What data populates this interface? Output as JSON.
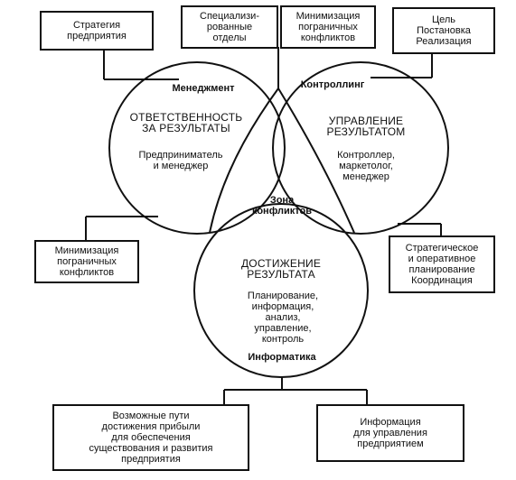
{
  "boxes": {
    "strategy": "Стратегия\nпредприятия",
    "special_depts": "Специализи-\nрованные\nотделы",
    "min_conflicts_top": "Минимизация\nпограничных\nконфликтов",
    "goal": "Цель\nПостановка\nРеализация",
    "min_conflicts_left": "Минимизация\nпограничных\nконфликтов",
    "strategic_planning": "Стратегическое\nи оперативное\nпланирование\nКоординация",
    "profit_paths": "Возможные пути\nдостижения прибыли\nдля обеспечения\nсуществования и развития\nпредприятия",
    "info_management": "Информация\nдля управления\nпредприятием"
  },
  "circles": {
    "management": {
      "name": "Менеджмент",
      "focus": "ОТВЕТСТВЕННОСТЬ\nЗА РЕЗУЛЬТАТЫ",
      "roles": "Предприниматель\nи менеджер"
    },
    "controlling": {
      "name": "Контроллинг",
      "focus": "УПРАВЛЕНИЕ\nРЕЗУЛЬТАТОМ",
      "roles": "Контроллер,\nмаркетолог,\nменеджер"
    },
    "informatics": {
      "name": "Информатика",
      "focus": "ДОСТИЖЕНИЕ\nРЕЗУЛЬТАТА",
      "roles": "Планирование,\nинформация,\nанализ,\nуправление,\nконтроль"
    }
  },
  "center": "Зона\nконфликтов"
}
